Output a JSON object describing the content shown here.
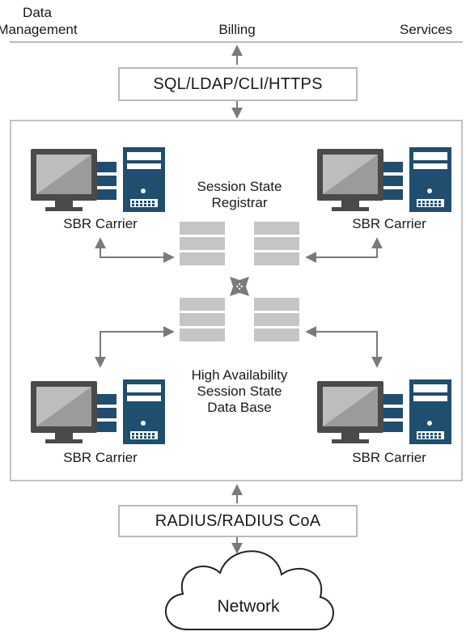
{
  "top_labels": {
    "data_management_line1": "Data",
    "data_management_line2": "Management",
    "billing": "Billing",
    "services": "Services"
  },
  "protocols": {
    "top": "SQL/LDAP/CLI/HTTPS",
    "bottom": "RADIUS/RADIUS CoA"
  },
  "registrar": {
    "line1": "Session State",
    "line2": "Registrar"
  },
  "database": {
    "line1": "High Availability",
    "line2": "Session State",
    "line3": "Data Base"
  },
  "servers": {
    "top_left": "SBR Carrier",
    "top_right": "SBR Carrier",
    "bottom_left": "SBR Carrier",
    "bottom_right": "SBR Carrier"
  },
  "network": "Network",
  "colors": {
    "navy": "#1f4e6e",
    "gray_light": "#c5c5c5",
    "gray_arrow": "#7a7a7a",
    "frame": "#c3c3c3"
  }
}
